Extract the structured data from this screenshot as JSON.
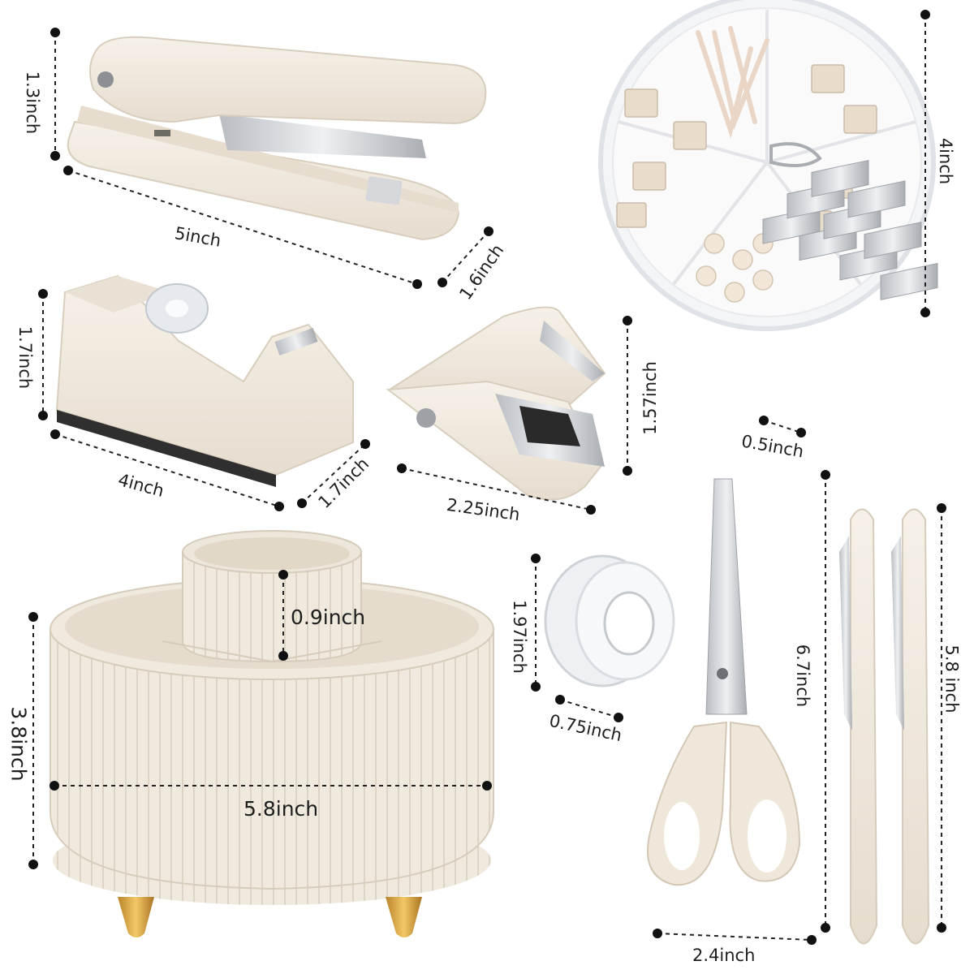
{
  "products": {
    "stapler": {
      "name": "stapler-product",
      "width_label": "5inch",
      "height_label": "1.3inch",
      "depth_label": "1.6inch"
    },
    "clip_organizer": {
      "name": "round-clip-organizer",
      "diameter_label": "4inch"
    },
    "tape_dispenser": {
      "name": "tape-dispenser-product",
      "height_label": "1.7inch",
      "width_label": "4inch",
      "depth_label": "1.7inch"
    },
    "staple_remover": {
      "name": "staple-remover-product",
      "width_label": "2.25inch",
      "height_label": "1.57inch"
    },
    "staples": {
      "name": "staples-stack-product",
      "width_label": "0.5inch"
    },
    "pen_holder": {
      "name": "rotating-pen-holder",
      "inner_height_label": "0.9inch",
      "height_label": "3.8inch",
      "width_label": "5.8inch"
    },
    "tape_roll": {
      "name": "tape-roll-product",
      "height_label": "1.97inch",
      "width_label": "0.75inch"
    },
    "scissors": {
      "name": "scissors-product",
      "height_label": "6.7inch",
      "width_label": "2.4inch"
    },
    "pens": {
      "name": "retractable-pens-product",
      "height_label": "5.8 inch"
    }
  },
  "colors": {
    "cream": "#f1ebe0",
    "cream_shadow": "#ddd3c3",
    "metal": "#c9ccd0",
    "gold": "#d9a33a",
    "dimension_line": "#222222"
  }
}
